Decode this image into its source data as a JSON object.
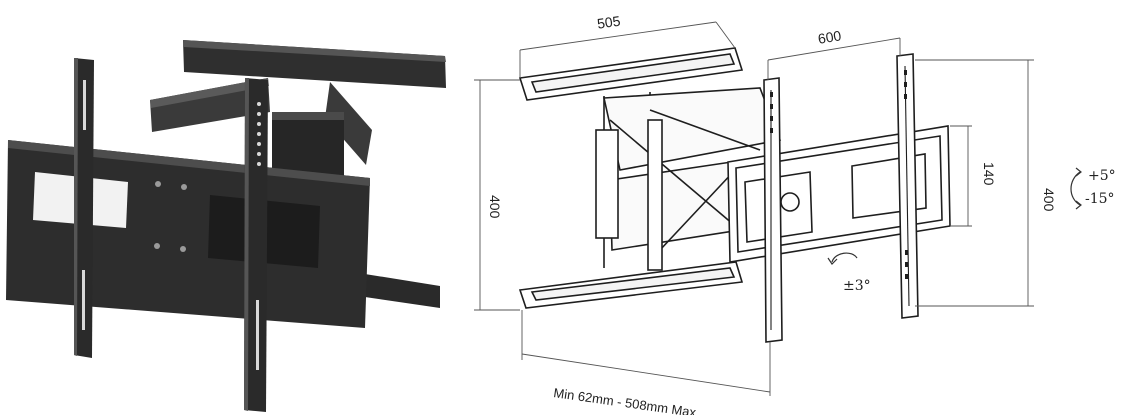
{
  "dimensions": {
    "top_width": "505",
    "panel_width": "600",
    "left_height": "400",
    "panel_height": "140",
    "right_height": "400"
  },
  "angles": {
    "tilt_up": "+5°",
    "tilt_down": "-15°",
    "swivel": "±3°"
  },
  "depth_note": "Min 62mm - 508mm Max",
  "colors": {
    "bracket_dark": "#2b2b2b",
    "bracket_mid": "#3d3d3d",
    "line_art": "#1e1e1e"
  }
}
